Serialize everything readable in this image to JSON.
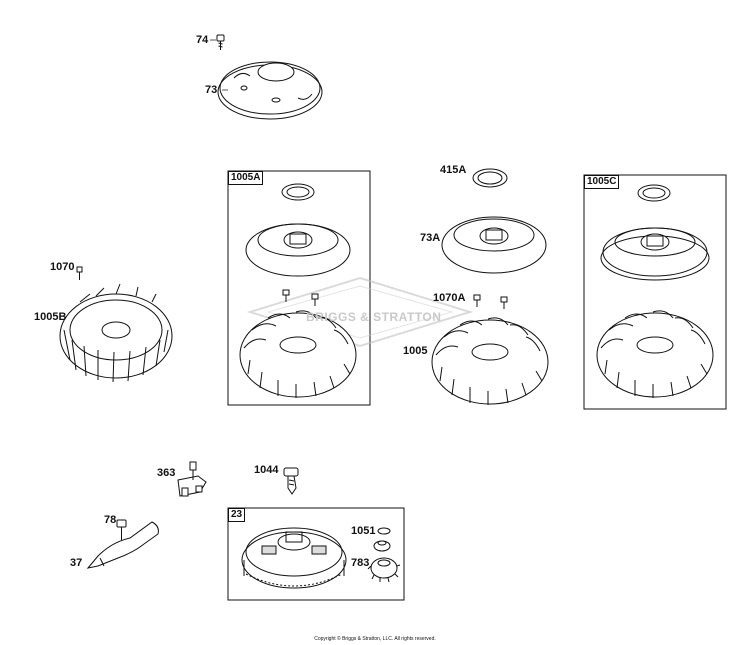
{
  "parts": {
    "p74": "74",
    "p73": "73",
    "p1070": "1070",
    "p1005B": "1005B",
    "p415A": "415A",
    "p73A": "73A",
    "p1070A": "1070A",
    "p1005": "1005",
    "p363": "363",
    "p1044": "1044",
    "p78": "78",
    "p37": "37",
    "p1051": "1051",
    "p783": "783"
  },
  "boxes": {
    "b1005A": "1005A",
    "b1005C": "1005C",
    "b23": "23"
  },
  "watermark": "BRIGGS & STRATTON",
  "copyright": "Copyright © Briggs & Stratton, LLC. All rights reserved."
}
